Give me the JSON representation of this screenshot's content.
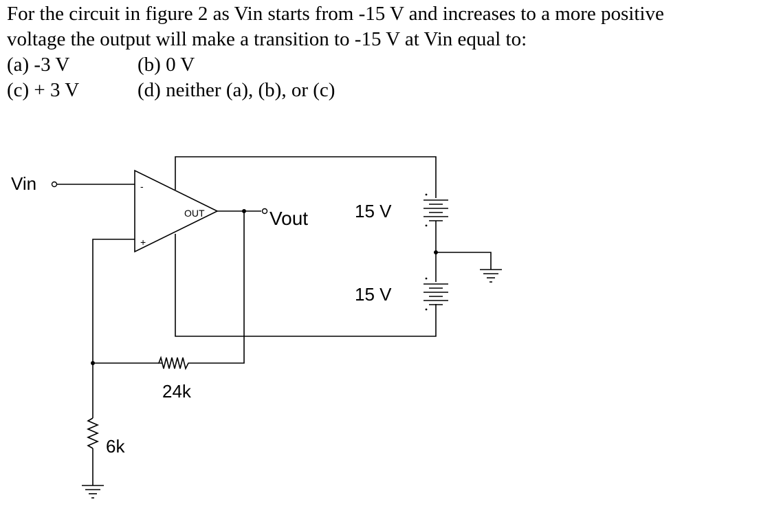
{
  "question": {
    "line1": "For the circuit in figure 2 as Vin starts from -15 V and increases to a more positive",
    "line2": "voltage the output will make a transition to -15 V at Vin equal to:",
    "options": [
      {
        "key": "a",
        "text": "(a) -3 V"
      },
      {
        "key": "b",
        "text": "(b) 0 V"
      },
      {
        "key": "c",
        "text": "(c) + 3 V"
      },
      {
        "key": "d",
        "text": "(d) neither (a), (b), or (c)"
      }
    ]
  },
  "circuit": {
    "vin_label": "Vin",
    "vout_label": "Vout",
    "opamp": {
      "minus": "-",
      "plus": "+",
      "out": "OUT"
    },
    "supply_top": "15 V",
    "supply_bottom": "15 V",
    "r_feedback": "24k",
    "r_ground": "6k"
  }
}
